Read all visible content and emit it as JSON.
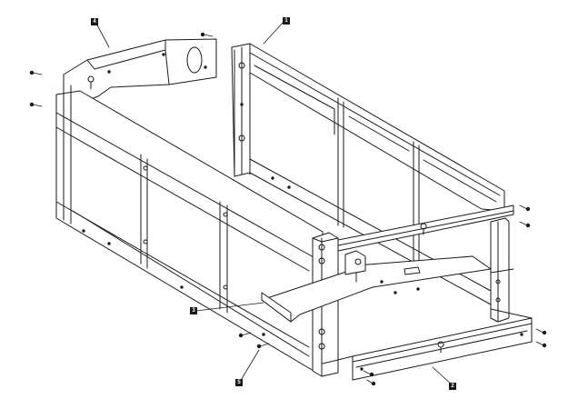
{
  "diagram": {
    "colors": {
      "line": "#1a1a1a",
      "fill": "#ffffff",
      "shade": "#e6e6e6",
      "callout_bg": "#1a1a1a",
      "callout_text": "#ffffff"
    },
    "callouts": [
      {
        "id": "c1",
        "label": "1"
      },
      {
        "id": "c2",
        "label": "2"
      },
      {
        "id": "c3",
        "label": "3"
      },
      {
        "id": "c4",
        "label": "4"
      },
      {
        "id": "c5",
        "label": "5"
      }
    ]
  }
}
